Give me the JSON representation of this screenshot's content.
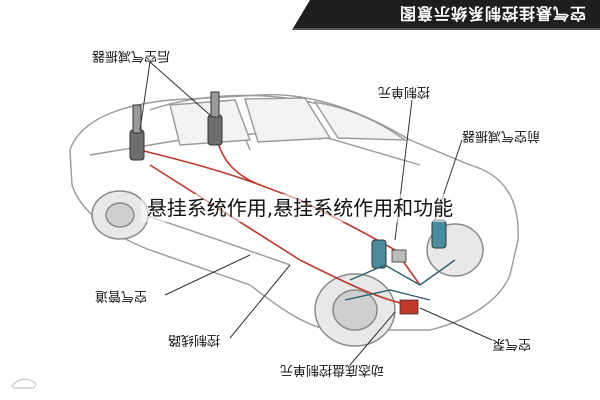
{
  "header": {
    "title": "空气悬挂控制系统示意图"
  },
  "labels": {
    "rear_damper": "后空气减振器",
    "control_unit": "控制单元",
    "front_damper": "前空气减振器",
    "air_pipe": "空气管道",
    "control_line": "控制线路",
    "dynamic_chassis_unit": "动态底盘控制单元",
    "air_pump": "空气泵"
  },
  "overlay": {
    "caption": "悬挂系统作用,悬挂系统作用和功能"
  },
  "watermark": {
    "text": ""
  },
  "colors": {
    "header_bg": "#1e1e1e",
    "car_outline": "#9a9a9a",
    "air_line": "#c0392b",
    "component_teal": "#4a8c9c",
    "leader_line": "#333333"
  }
}
